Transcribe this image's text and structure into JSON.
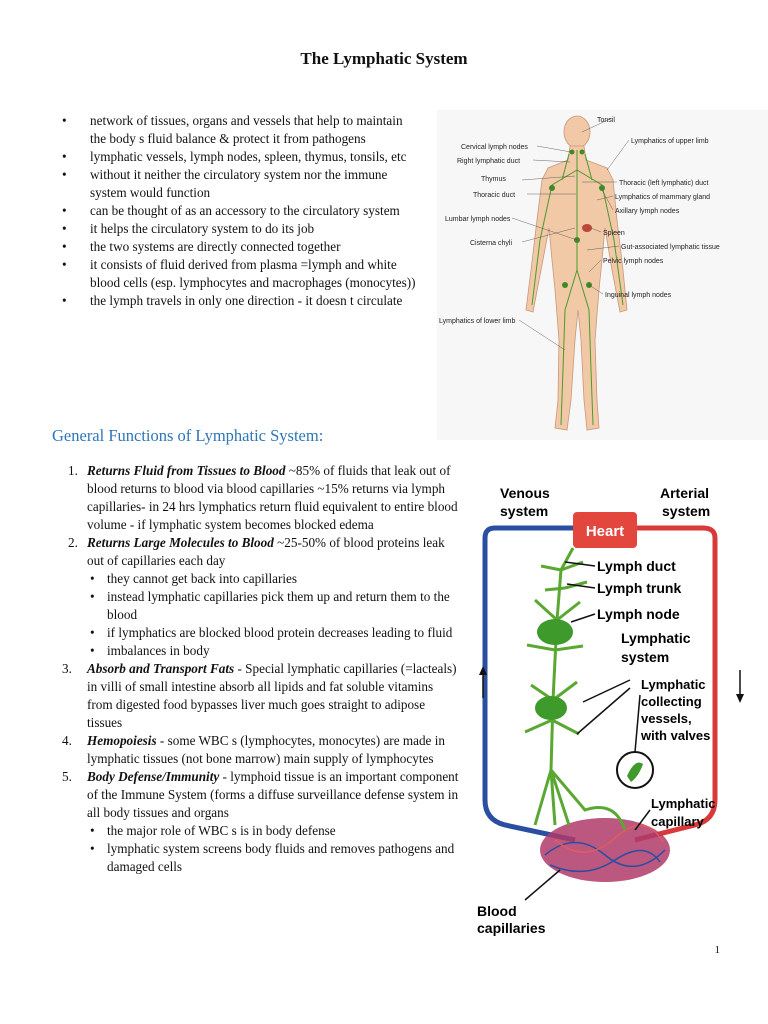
{
  "title": "The Lymphatic System",
  "bullets": [
    "network of tissues, organs and vessels that help to maintain the body s fluid balance & protect it from pathogens",
    "lymphatic vessels, lymph nodes, spleen, thymus, tonsils, etc",
    "without it neither the circulatory system nor the immune system would function",
    "can be thought of as an accessory to the circulatory system",
    "it helps the circulatory system to do its job",
    "the two systems are directly connected together",
    "it consists of fluid derived from plasma =lymph and white blood cells (esp. lymphocytes and macrophages (monocytes))",
    "the lymph travels in only one direction - it doesn t circulate"
  ],
  "section_heading": "General Functions of Lymphatic System:",
  "functions": [
    {
      "num": "1.",
      "title": "Returns Fluid from Tissues to Blood",
      "text": " ~85% of fluids that leak out of blood returns to blood via blood capillaries ~15% returns via lymph capillaries- in 24 hrs lymphatics return fluid equivalent to entire blood volume - if lymphatic system becomes blocked edema"
    },
    {
      "num": "2.",
      "title": "Returns Large Molecules to Blood",
      "text": " ~25-50% of blood proteins leak out of capillaries each day",
      "sub": [
        "they cannot get back into capillaries",
        "instead lymphatic capillaries pick them up and return them to the blood",
        "if lymphatics are blocked blood protein decreases leading to fluid",
        "imbalances in body"
      ]
    },
    {
      "num": "3.",
      "title": "Absorb and Transport Fats",
      "text": " - Special lymphatic capillaries (=lacteals) in villi of small intestine absorb all lipids and fat soluble vitamins from digested food bypasses liver much goes straight to adipose tissues"
    },
    {
      "num": "4.",
      "title": "Hemopoiesis",
      "text": " - some WBC s (lymphocytes, monocytes) are made in lymphatic tissues (not bone marrow) main supply of lymphocytes"
    },
    {
      "num": "5.",
      "title": "Body Defense/Immunity",
      "text": " - lymphoid tissue is an important component of the Immune System (forms a diffuse surveillance defense system in all body tissues and organs",
      "sub": [
        "the major role of WBC s is in body defense",
        "lymphatic system screens body fluids and removes pathogens and damaged cells"
      ]
    }
  ],
  "figure1_labels": {
    "tonsil": "Tonsil",
    "upper_limb": "Lymphatics of upper limb",
    "cervical": "Cervical lymph nodes",
    "right_duct": "Right lymphatic duct",
    "thymus": "Thymus",
    "thoracic": "Thoracic duct",
    "thoracic_left": "Thoracic (left lymphatic) duct",
    "mammary": "Lymphatics of mammary gland",
    "axillary": "Axillary lymph nodes",
    "lumbar": "Lumbar lymph nodes",
    "spleen": "Spleen",
    "cisterna": "Cisterna chyli",
    "gut": "Gut-associated lymphatic tissue",
    "pelvic": "Pelvic lymph nodes",
    "inguinal": "Inguinal lymph nodes",
    "lower_limb": "Lymphatics of lower limb"
  },
  "figure2_labels": {
    "venous": "Venous",
    "venous2": "system",
    "arterial": "Arterial",
    "arterial2": "system",
    "heart": "Heart",
    "duct": "Lymph duct",
    "trunk": "Lymph trunk",
    "node": "Lymph node",
    "lymphatic": "Lymphatic",
    "lymphatic2": "system",
    "collecting1": "Lymphatic",
    "collecting2": "collecting",
    "collecting3": "vessels,",
    "collecting4": "with valves",
    "capillary1": "Lymphatic",
    "capillary2": "capillary",
    "blood1": "Blood",
    "blood2": "capillaries"
  },
  "page_number": "1",
  "colors": {
    "heading_blue": "#2e75b6",
    "lymph_green": "#5aa832",
    "venous_blue": "#2a4fa0",
    "arterial_red": "#d83a3a"
  }
}
